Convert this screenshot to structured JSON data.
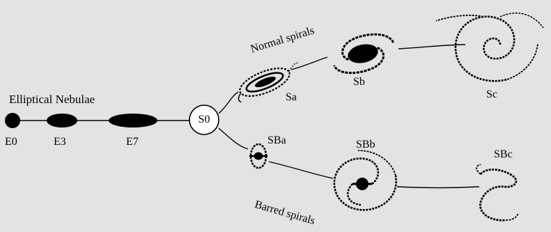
{
  "diagram": {
    "group_labels": {
      "elliptical": "Elliptical Nebulae",
      "normal": "Normal spirals",
      "barred": "Barred spirals"
    },
    "nodes": {
      "e0": "E0",
      "e3": "E3",
      "e7": "E7",
      "s0": "S0",
      "sa": "Sa",
      "sb": "Sb",
      "sc": "Sc",
      "sba": "SBa",
      "sbb": "SBb",
      "sbc": "SBc"
    },
    "colors": {
      "background": "#e3e3e3",
      "ink": "#000000"
    }
  }
}
